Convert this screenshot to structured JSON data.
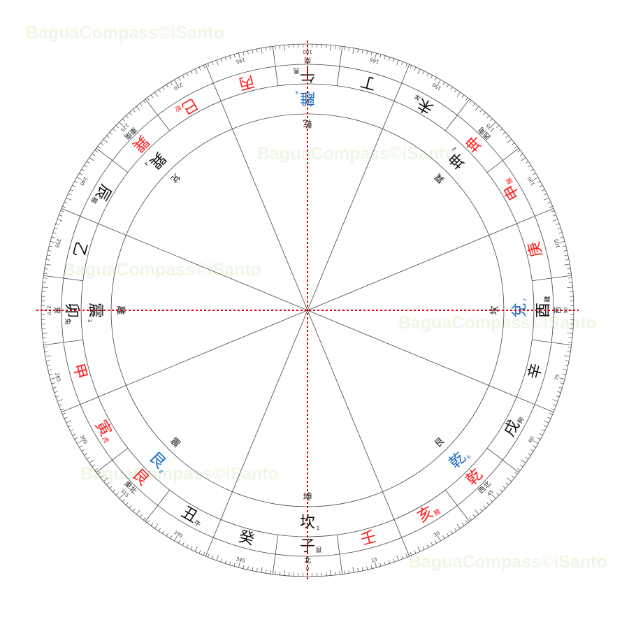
{
  "watermark": "BaguaCompass©iSanto",
  "colors": {
    "red": "#ff1a1a",
    "blue": "#1a6cc4",
    "black": "#111111",
    "line": "#444444",
    "crosshair": "#dd0000"
  },
  "mountains": [
    {
      "bearing": 0,
      "name": "子",
      "color": "black",
      "animal": "鼠"
    },
    {
      "bearing": 15,
      "name": "壬",
      "color": "red",
      "animal": ""
    },
    {
      "bearing": 30,
      "name": "亥",
      "color": "red",
      "animal": "豬"
    },
    {
      "bearing": 45,
      "name": "乾",
      "color": "red",
      "animal": ""
    },
    {
      "bearing": 60,
      "name": "戌",
      "color": "black",
      "animal": "狗"
    },
    {
      "bearing": 75,
      "name": "辛",
      "color": "black",
      "animal": ""
    },
    {
      "bearing": 90,
      "name": "酉",
      "color": "black",
      "animal": "雞"
    },
    {
      "bearing": 105,
      "name": "庚",
      "color": "red",
      "animal": ""
    },
    {
      "bearing": 120,
      "name": "申",
      "color": "red",
      "animal": "猴"
    },
    {
      "bearing": 135,
      "name": "坤",
      "color": "red",
      "animal": ""
    },
    {
      "bearing": 150,
      "name": "未",
      "color": "black",
      "animal": "羊"
    },
    {
      "bearing": 165,
      "name": "丁",
      "color": "black",
      "animal": ""
    },
    {
      "bearing": 180,
      "name": "午",
      "color": "black",
      "animal": "馬"
    },
    {
      "bearing": 195,
      "name": "丙",
      "color": "red",
      "animal": ""
    },
    {
      "bearing": 210,
      "name": "巳",
      "color": "red",
      "animal": "蛇"
    },
    {
      "bearing": 225,
      "name": "巽",
      "color": "red",
      "animal": ""
    },
    {
      "bearing": 240,
      "name": "辰",
      "color": "black",
      "animal": "龍"
    },
    {
      "bearing": 255,
      "name": "乙",
      "color": "black",
      "animal": ""
    },
    {
      "bearing": 270,
      "name": "卯",
      "color": "black",
      "animal": "兔"
    },
    {
      "bearing": 285,
      "name": "甲",
      "color": "red",
      "animal": ""
    },
    {
      "bearing": 300,
      "name": "寅",
      "color": "red",
      "animal": "虎"
    },
    {
      "bearing": 315,
      "name": "艮",
      "color": "red",
      "animal": ""
    },
    {
      "bearing": 330,
      "name": "丑",
      "color": "black",
      "animal": "牛"
    },
    {
      "bearing": 345,
      "name": "癸",
      "color": "black",
      "animal": ""
    }
  ],
  "later_heaven_trigrams": [
    {
      "bearing": 0,
      "name": "坎",
      "number": "1",
      "color": "black"
    },
    {
      "bearing": 45,
      "name": "乾",
      "number": "6",
      "color": "blue"
    },
    {
      "bearing": 90,
      "name": "兌",
      "number": "7",
      "color": "blue"
    },
    {
      "bearing": 135,
      "name": "坤",
      "number": "2",
      "color": "black"
    },
    {
      "bearing": 180,
      "name": "離",
      "number": "9",
      "color": "blue"
    },
    {
      "bearing": 225,
      "name": "巽",
      "number": "4",
      "color": "black"
    },
    {
      "bearing": 270,
      "name": "震",
      "number": "3",
      "color": "black"
    },
    {
      "bearing": 315,
      "name": "艮",
      "number": "8",
      "color": "blue"
    }
  ],
  "early_heaven_trigrams": [
    {
      "bearing": 0,
      "name": "坤"
    },
    {
      "bearing": 45,
      "name": "艮"
    },
    {
      "bearing": 90,
      "name": "坎"
    },
    {
      "bearing": 135,
      "name": "巽"
    },
    {
      "bearing": 180,
      "name": "乾"
    },
    {
      "bearing": 225,
      "name": "兌"
    },
    {
      "bearing": 270,
      "name": "離"
    },
    {
      "bearing": 315,
      "name": "震"
    }
  ],
  "directions": [
    {
      "bearing": 0,
      "label": "北"
    },
    {
      "bearing": 45,
      "label": "西北"
    },
    {
      "bearing": 90,
      "label": "西"
    },
    {
      "bearing": 135,
      "label": "西南"
    },
    {
      "bearing": 180,
      "label": "南"
    },
    {
      "bearing": 225,
      "label": "東南"
    },
    {
      "bearing": 270,
      "label": "東"
    },
    {
      "bearing": 315,
      "label": "東北"
    }
  ],
  "degree_labels": [
    "0",
    "15",
    "30",
    "45",
    "60",
    "75",
    "90",
    "105",
    "120",
    "135",
    "150",
    "165",
    "180",
    "195",
    "210",
    "225",
    "240",
    "255",
    "270",
    "285",
    "300",
    "315",
    "330",
    "345"
  ]
}
